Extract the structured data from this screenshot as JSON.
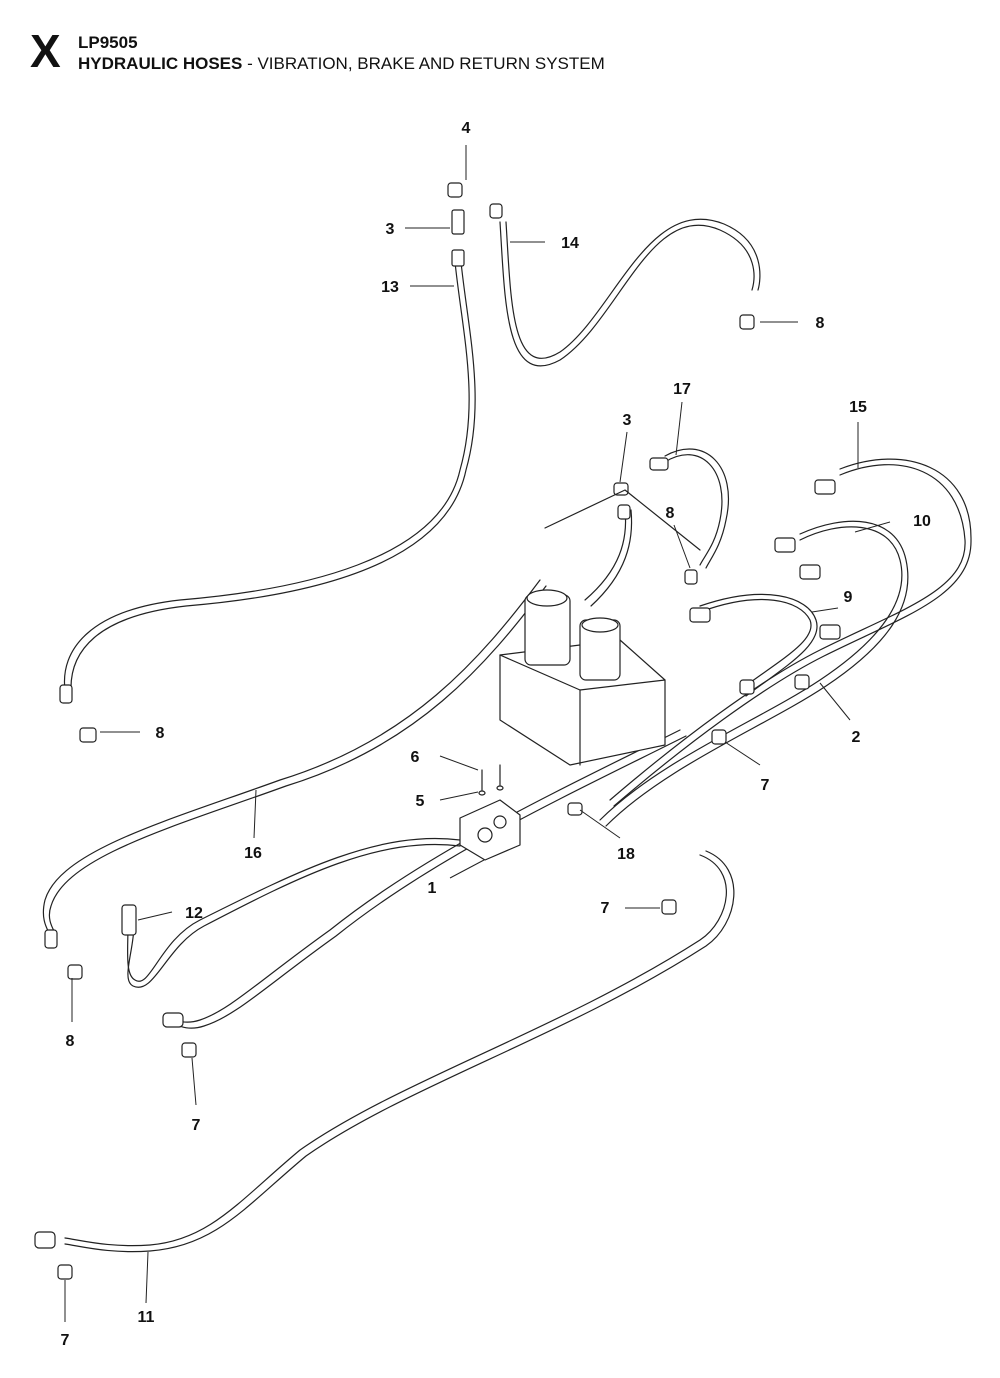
{
  "header": {
    "section_letter": "X",
    "model": "LP9505",
    "title_bold": "HYDRAULIC HOSES",
    "title_rest": " - VIBRATION, BRAKE AND RETURN SYSTEM"
  },
  "callouts": [
    {
      "id": "c4",
      "label": "4"
    },
    {
      "id": "c3a",
      "label": "3"
    },
    {
      "id": "c14",
      "label": "14"
    },
    {
      "id": "c13",
      "label": "13"
    },
    {
      "id": "c8a",
      "label": "8"
    },
    {
      "id": "c17",
      "label": "17"
    },
    {
      "id": "c15",
      "label": "15"
    },
    {
      "id": "c3b",
      "label": "3"
    },
    {
      "id": "c8b",
      "label": "8"
    },
    {
      "id": "c10",
      "label": "10"
    },
    {
      "id": "c9",
      "label": "9"
    },
    {
      "id": "c8c",
      "label": "8"
    },
    {
      "id": "c2",
      "label": "2"
    },
    {
      "id": "c6",
      "label": "6"
    },
    {
      "id": "c7a",
      "label": "7"
    },
    {
      "id": "c5",
      "label": "5"
    },
    {
      "id": "c16",
      "label": "16"
    },
    {
      "id": "c18",
      "label": "18"
    },
    {
      "id": "c1",
      "label": "1"
    },
    {
      "id": "c12",
      "label": "12"
    },
    {
      "id": "c7b",
      "label": "7"
    },
    {
      "id": "c8d",
      "label": "8"
    },
    {
      "id": "c7c",
      "label": "7"
    },
    {
      "id": "c11",
      "label": "11"
    },
    {
      "id": "c7d",
      "label": "7"
    }
  ]
}
